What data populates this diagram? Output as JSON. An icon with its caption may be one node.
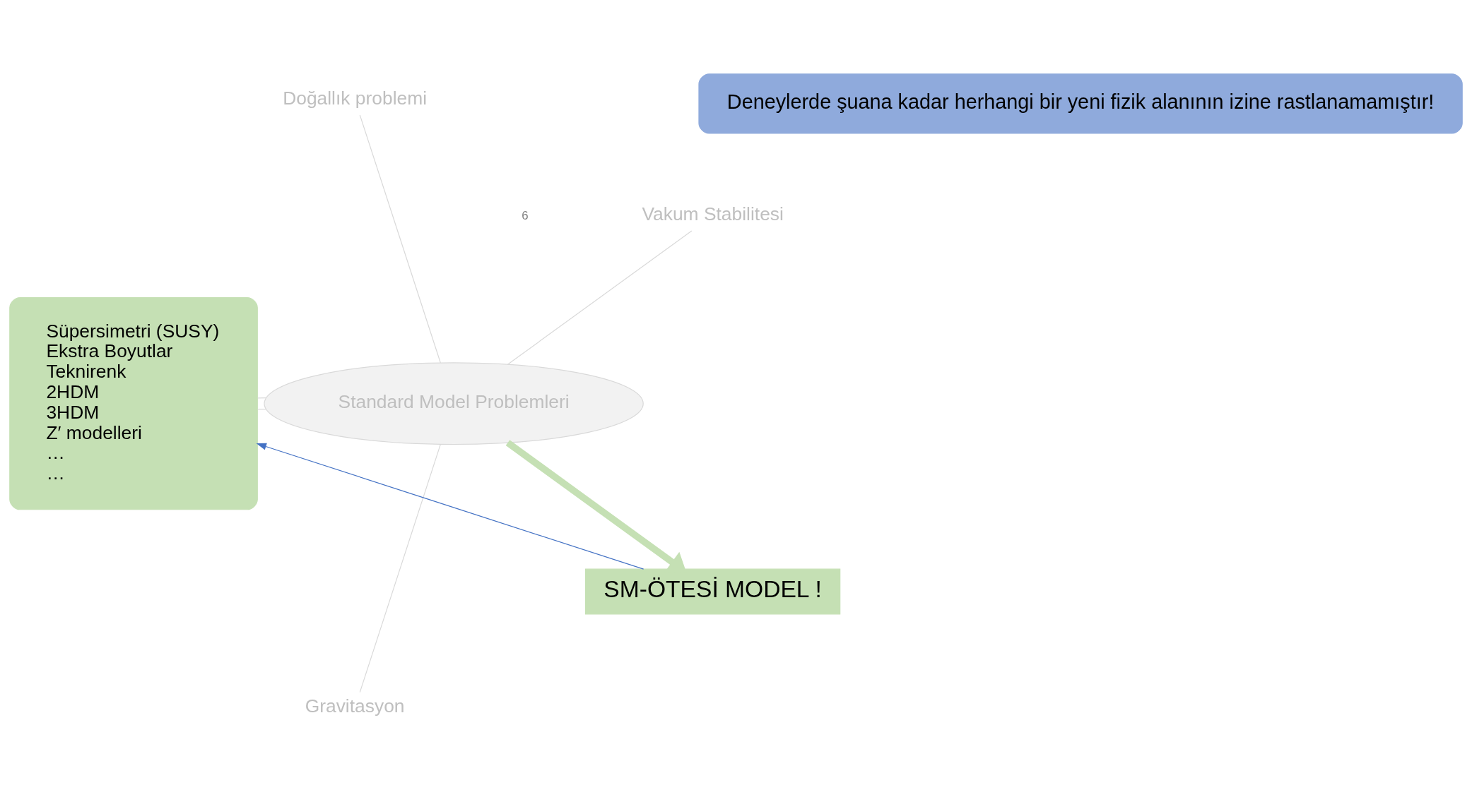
{
  "diagram": {
    "nodes": [
      {
        "text": [
          "Vakum Stabilitesi"
        ]
      },
      {
        "text": [
          "Deneylerde şuana kadar herhangi bir yeni fizik alanının izine rastlanamamıştır!"
        ]
      },
      {
        "text": [
          "Doğallık problemi"
        ]
      },
      {
        "text": [
          "Standard Model Problemleri"
        ]
      },
      {
        "text": [
          "Süpersimetri (SUSY)",
          "Ekstra Boyutlar",
          "Teknirenk",
          "2HDM",
          "3HDM",
          "Z′ modelleri",
          "…",
          "…"
        ]
      },
      {
        "text": [
          "Gravitasyon"
        ]
      },
      {
        "text": [
          "SM-ÖTESİ MODEL !"
        ]
      }
    ],
    "edges": [
      {
        "from": 3,
        "to": 0,
        "arrow": "none"
      },
      {
        "from": 3,
        "to": 2,
        "arrow": "none"
      },
      {
        "from": 3,
        "to": 5,
        "arrow": "none"
      },
      {
        "from": 3,
        "to": 4,
        "arrow": "none"
      },
      {
        "from": 3,
        "to": 4,
        "arrow": "none"
      },
      {
        "from": 3,
        "to": 6,
        "arrow": "to",
        "style": "thick",
        "color": "#c5e0b4"
      },
      {
        "from": 6,
        "to": 4,
        "arrow": "to",
        "color": "#4472c4"
      }
    ],
    "labels": [
      "6"
    ]
  }
}
